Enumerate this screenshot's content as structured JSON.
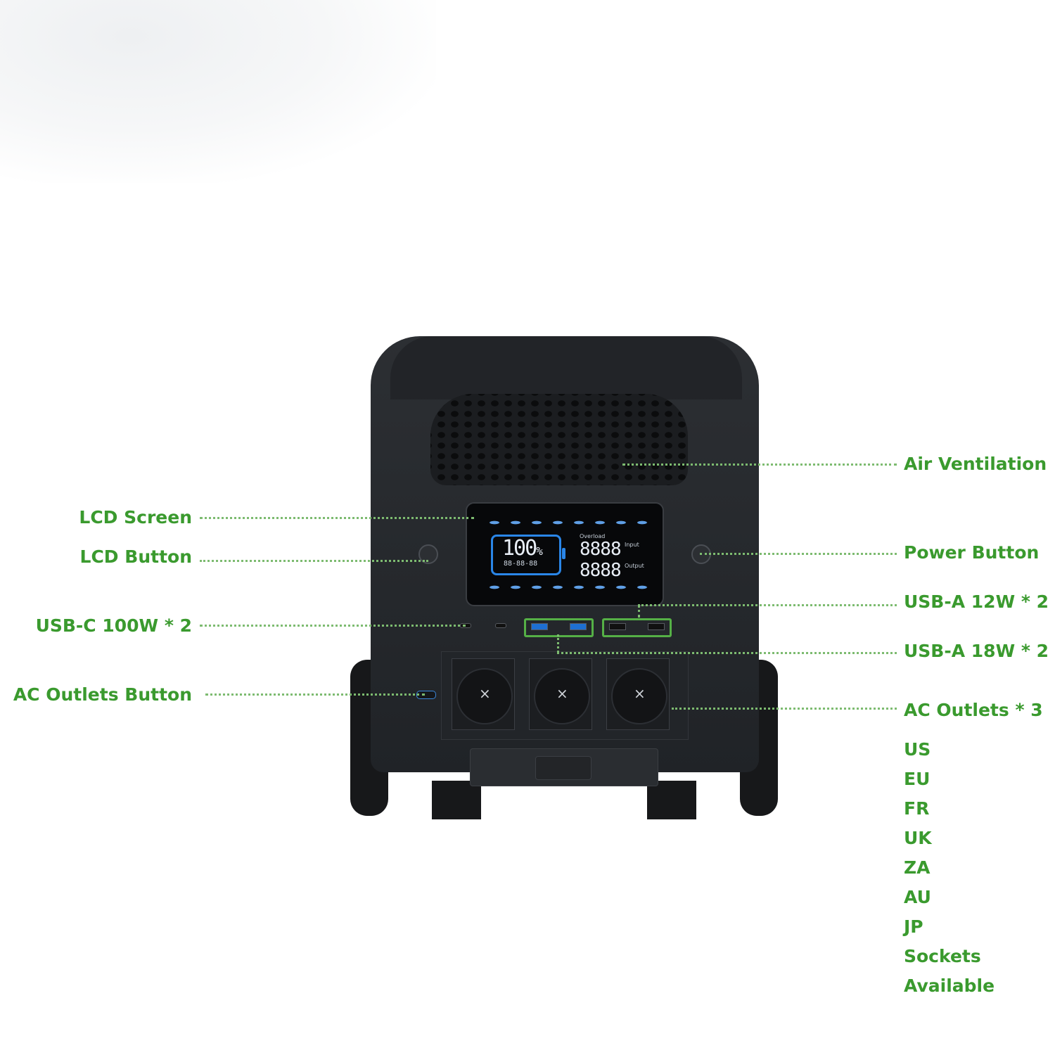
{
  "callouts": {
    "air_ventilation": "Air Ventilation",
    "lcd_screen": "LCD Screen",
    "lcd_button": "LCD Button",
    "power_button": "Power Button",
    "usb_a_12w": "USB-A 12W * 2",
    "usb_c_100w": "USB-C 100W * 2",
    "usb_a_18w": "USB-A 18W * 2",
    "ac_outlets_button": "AC Outlets Button",
    "ac_outlets": "AC Outlets * 3"
  },
  "socket_types": [
    "US",
    "EU",
    "FR",
    "UK",
    "ZA",
    "AU",
    "JP",
    "Sockets",
    "Available"
  ],
  "lcd": {
    "battery_percent": "100",
    "percent_sign": "%",
    "time_readout": "88-88-88",
    "overload": "Overload",
    "input_value": "8888",
    "output_value": "8888",
    "input_label": "Input",
    "output_label": "Output"
  },
  "colors": {
    "callout_green": "#3a9a2e",
    "leader_green": "#7dbb70",
    "highlight_green": "#55b046",
    "lcd_blue": "#2a86e8",
    "device_body": "#2c2f33"
  },
  "icons": {
    "lcd_button": "round-button-icon",
    "power_button": "power-icon",
    "ac_outlet": "schuko-socket-icon"
  }
}
